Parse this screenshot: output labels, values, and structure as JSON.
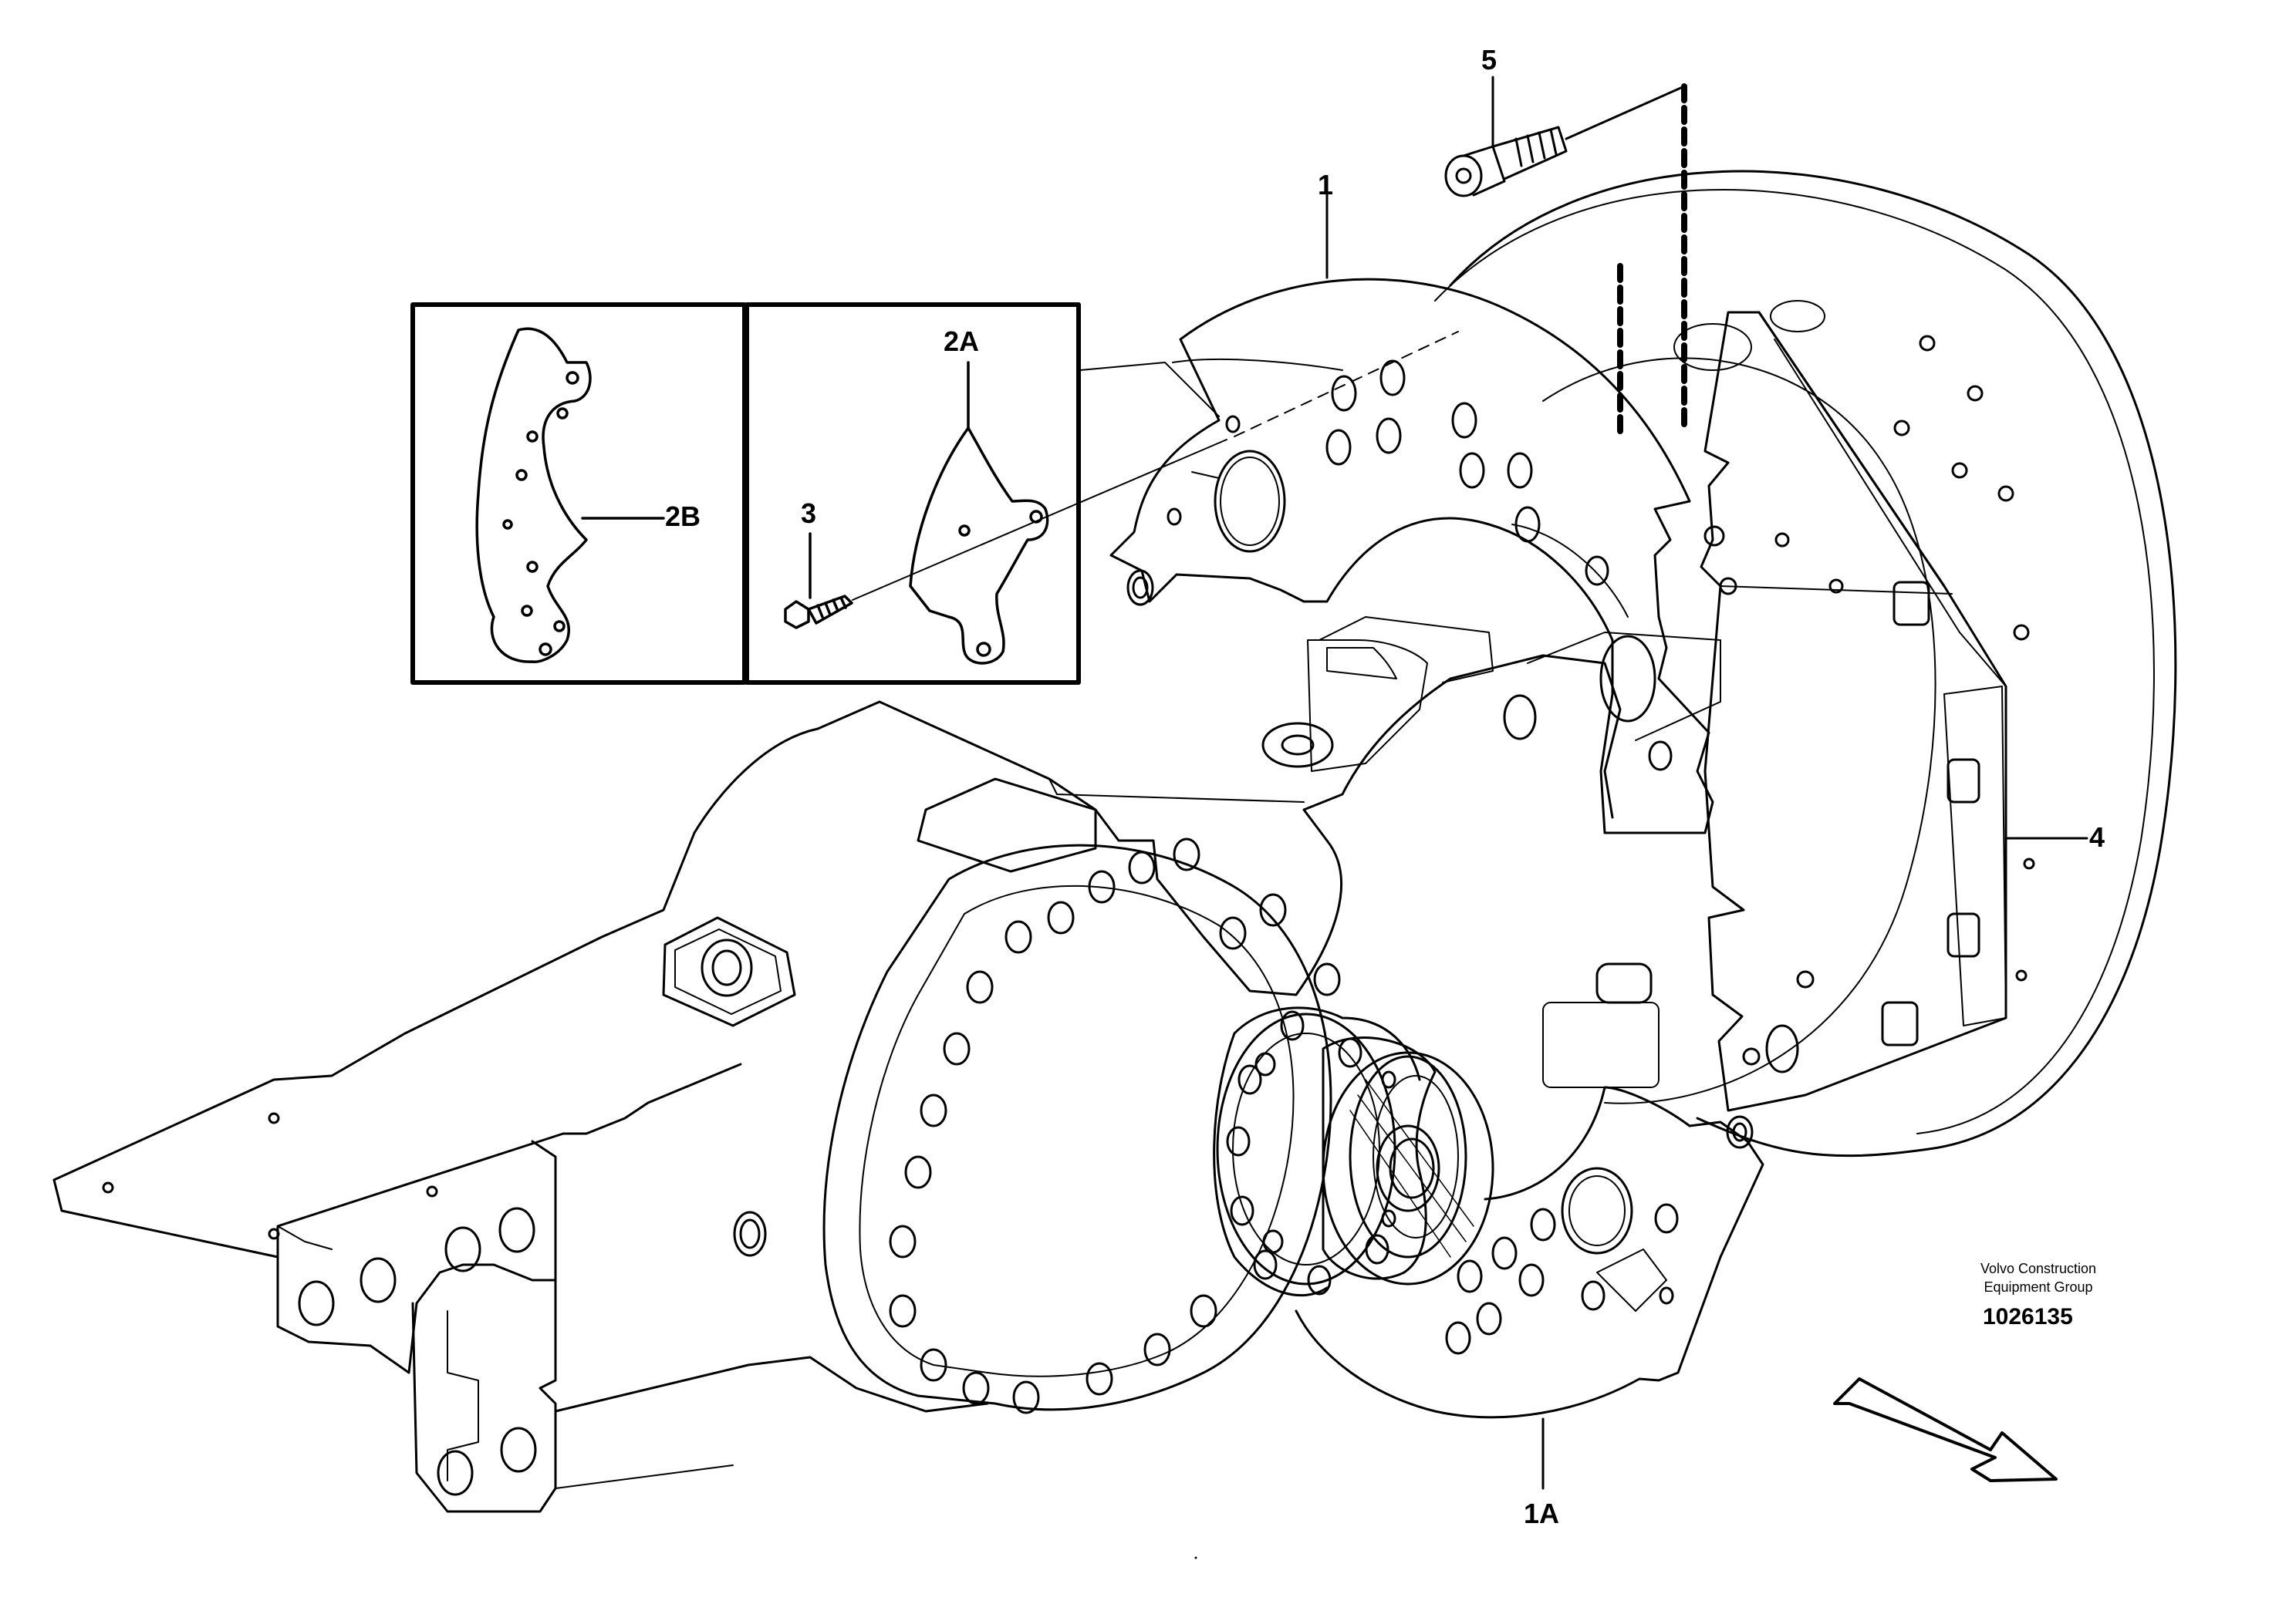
{
  "callouts": {
    "c5": "5",
    "c1": "1",
    "c2A": "2A",
    "c2B": "2B",
    "c3": "3",
    "c4": "4",
    "c1A": "1A"
  },
  "footer": {
    "company_line1": "Volvo Construction",
    "company_line2": "Equipment Group",
    "drawing_number": "1026135"
  },
  "colors": {
    "line": "#000000",
    "background": "#ffffff"
  }
}
